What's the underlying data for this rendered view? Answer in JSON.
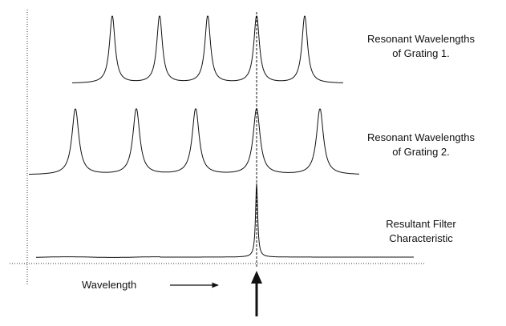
{
  "labels": {
    "grating1": {
      "line1": "Resonant Wavelengths",
      "line2": "of Grating 1."
    },
    "grating2": {
      "line1": "Resonant Wavelengths",
      "line2": "of Grating 2."
    },
    "resultant": {
      "line1": "Resultant Filter",
      "line2": "Characteristic"
    },
    "axis": "Wavelength"
  },
  "diagram": {
    "grating1_peak_count": 5,
    "grating2_peak_count": 5,
    "resultant_peak_count": 1,
    "line_color": "#111111"
  }
}
